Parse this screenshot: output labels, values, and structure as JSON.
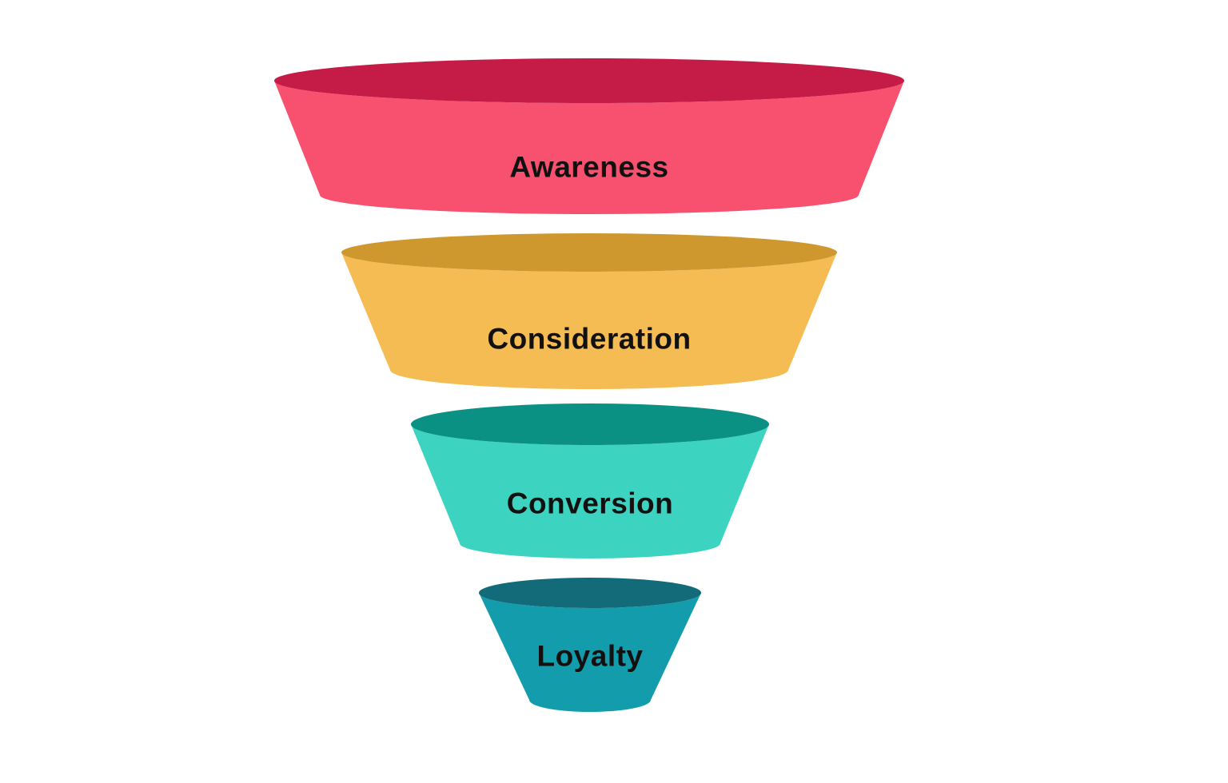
{
  "page": {
    "background_color": "#FFFFFF",
    "label_color": "#111111"
  },
  "diagram": {
    "type": "funnel",
    "orientation": "top-down",
    "stage_count": 4,
    "stages": [
      {
        "label": "Awareness",
        "body_color": "#F8516F",
        "top_color": "#C41C47",
        "text_color": "#111111"
      },
      {
        "label": "Consideration",
        "body_color": "#F4BC52",
        "top_color": "#CE982F",
        "text_color": "#111111"
      },
      {
        "label": "Conversion",
        "body_color": "#3DD3C1",
        "top_color": "#0A9184",
        "text_color": "#111111"
      },
      {
        "label": "Loyalty",
        "body_color": "#139CAC",
        "top_color": "#136B7A",
        "text_color": "#111111"
      }
    ]
  }
}
